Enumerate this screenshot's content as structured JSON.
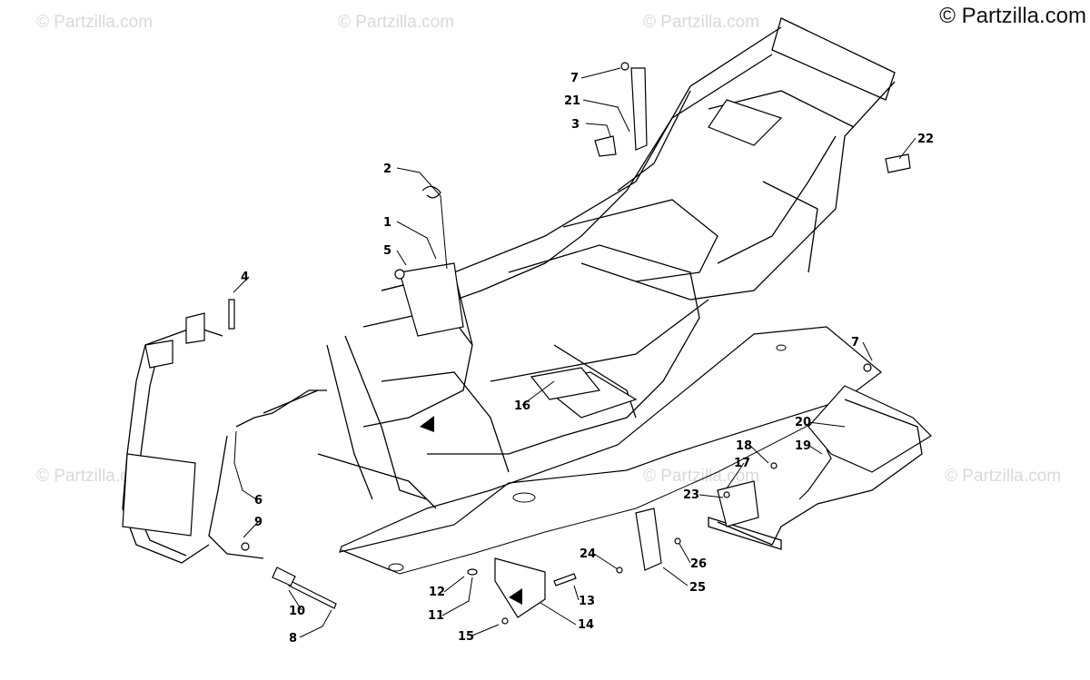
{
  "copyright": "© Partzilla.com",
  "watermark": "© Partzilla.com",
  "callouts": [
    {
      "num": "1"
    },
    {
      "num": "2"
    },
    {
      "num": "3"
    },
    {
      "num": "4"
    },
    {
      "num": "5"
    },
    {
      "num": "6"
    },
    {
      "num": "7"
    },
    {
      "num": "7"
    },
    {
      "num": "8"
    },
    {
      "num": "9"
    },
    {
      "num": "10"
    },
    {
      "num": "11"
    },
    {
      "num": "12"
    },
    {
      "num": "13"
    },
    {
      "num": "14"
    },
    {
      "num": "15"
    },
    {
      "num": "16"
    },
    {
      "num": "17"
    },
    {
      "num": "18"
    },
    {
      "num": "19"
    },
    {
      "num": "20"
    },
    {
      "num": "21"
    },
    {
      "num": "22"
    },
    {
      "num": "23"
    },
    {
      "num": "24"
    },
    {
      "num": "25"
    },
    {
      "num": "26"
    }
  ]
}
